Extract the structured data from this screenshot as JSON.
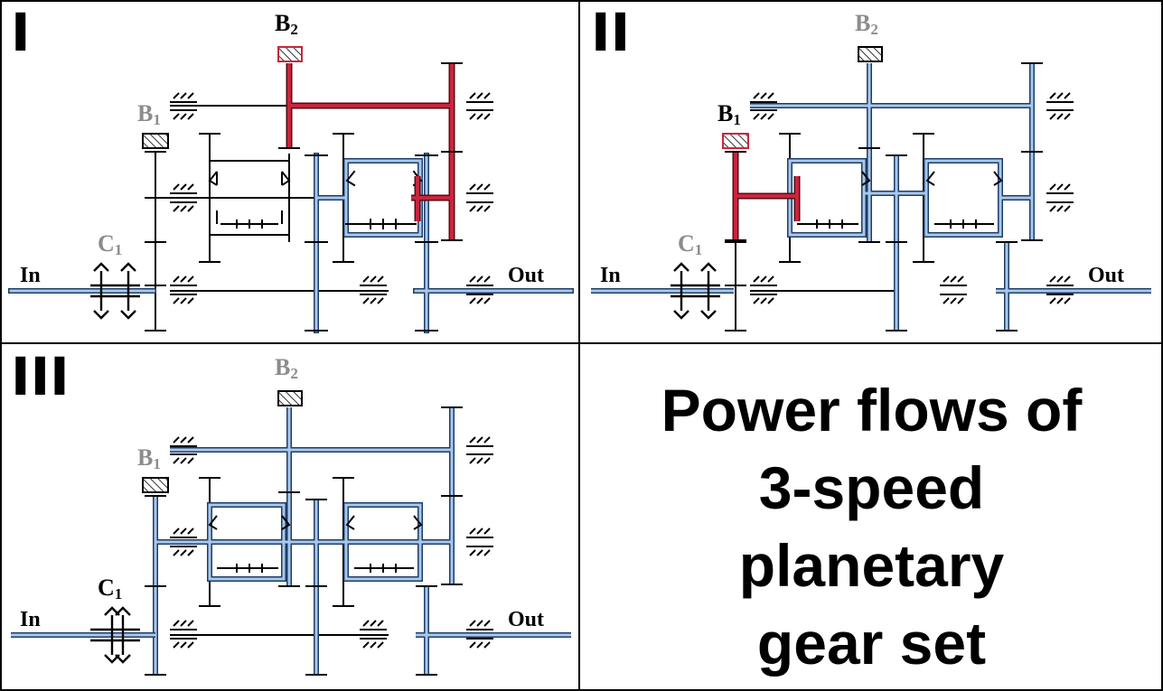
{
  "panels": [
    {
      "numeral": "I",
      "labels": {
        "b2": "B",
        "b2_sub": "2",
        "b1": "B",
        "b1_sub": "1",
        "c1": "C",
        "c1_sub": "1",
        "in": "In",
        "out": "Out"
      }
    },
    {
      "numeral": "II",
      "labels": {
        "b2": "B",
        "b2_sub": "2",
        "b1": "B",
        "b1_sub": "1",
        "c1": "C",
        "c1_sub": "1",
        "in": "In",
        "out": "Out"
      }
    },
    {
      "numeral": "III",
      "labels": {
        "b2": "B",
        "b2_sub": "2",
        "b1": "B",
        "b1_sub": "1",
        "c1": "C",
        "c1_sub": "1",
        "in": "In",
        "out": "Out"
      }
    }
  ],
  "title_lines": [
    "Power flows of",
    "3-speed",
    "planetary",
    "gear set"
  ],
  "colors": {
    "power": "#a8c8ec",
    "power_edge": "#1e3c64",
    "held": "#c8263c",
    "idle": "#000000",
    "inactive_label": "#8c8c8c",
    "active_label": "#000000"
  },
  "legend_states": {
    "panel_1": {
      "b2": "held",
      "b1": "inactive",
      "c1": "inactive"
    },
    "panel_2": {
      "b2": "inactive",
      "b1": "held",
      "c1": "inactive"
    },
    "panel_3": {
      "b2": "inactive",
      "b1": "inactive",
      "c1": "engaged"
    }
  }
}
